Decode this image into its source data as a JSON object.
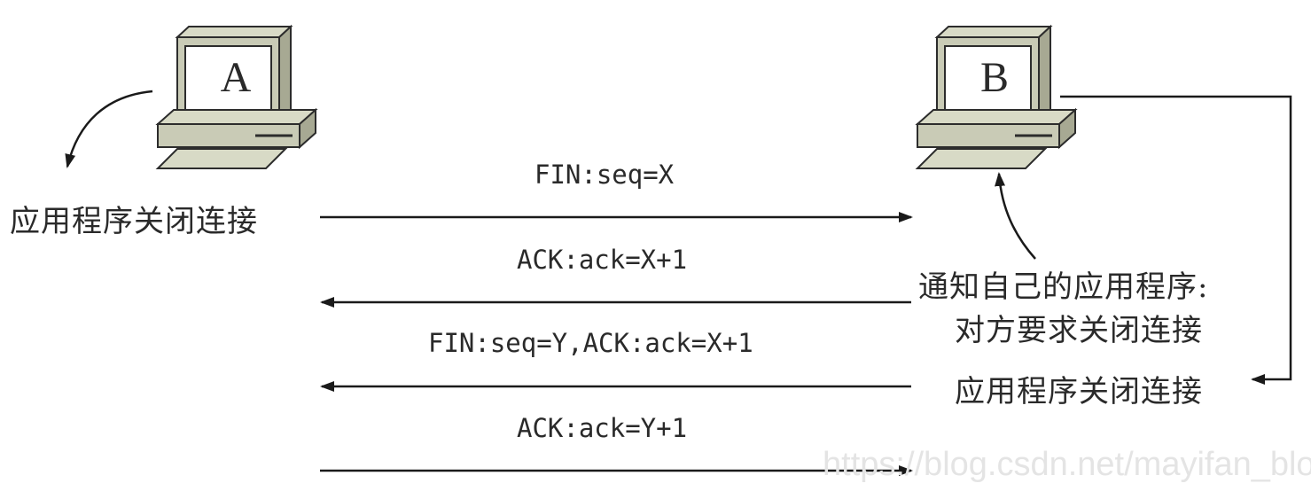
{
  "nodes": [
    {
      "id": "A",
      "label": "A"
    },
    {
      "id": "B",
      "label": "B"
    }
  ],
  "messages": [
    {
      "label": "FIN:seq=X",
      "from": "A",
      "to": "B"
    },
    {
      "label": "ACK:ack=X+1",
      "from": "B",
      "to": "A"
    },
    {
      "label": "FIN:seq=Y,ACK:ack=X+1",
      "from": "B",
      "to": "A"
    },
    {
      "label": "ACK:ack=Y+1",
      "from": "A",
      "to": "B"
    }
  ],
  "notes": {
    "a_close": "应用程序关闭连接",
    "b_notify_line1": "通知自己的应用程序:",
    "b_notify_line2": "对方要求关闭连接",
    "b_close": "应用程序关闭连接"
  },
  "watermark": "https://blog.csdn.net/mayifan_blo",
  "colors": {
    "line": "#1a1a1a",
    "pc_body": "#c9cbb6",
    "pc_dark": "#a7a993",
    "pc_outline": "#2c2c2c",
    "screen": "#ffffff"
  }
}
